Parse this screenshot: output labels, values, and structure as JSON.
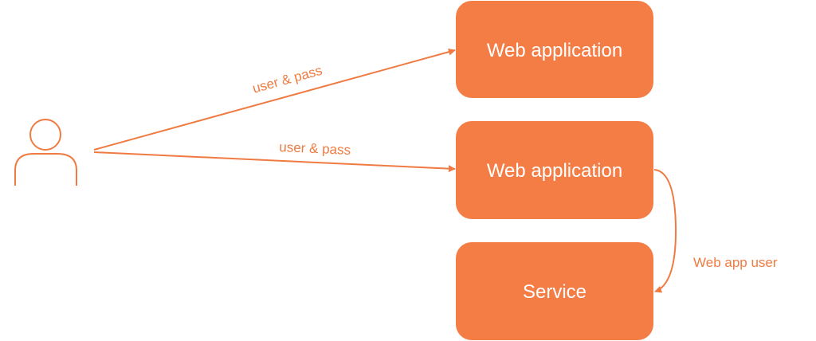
{
  "colors": {
    "accent": "#F47C45",
    "line": "#F07B42",
    "box_text": "#FFFFFF",
    "background": "#FFFFFF"
  },
  "actor": {
    "icon": "user-icon"
  },
  "nodes": {
    "web_app_top": "Web application",
    "web_app_middle": "Web application",
    "service": "Service"
  },
  "edges": {
    "user_to_top": "user & pass",
    "user_to_middle": "user & pass",
    "middle_to_service": "Web app user"
  }
}
